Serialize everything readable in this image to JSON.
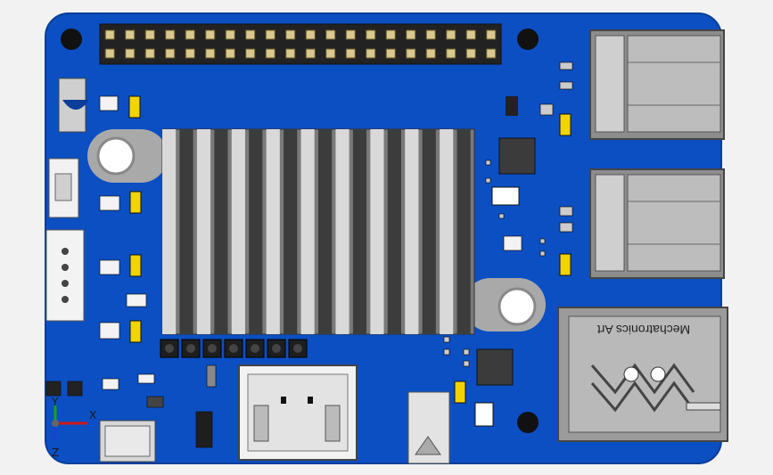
{
  "viewport": {
    "background": "#f2f2f2",
    "description_free": true
  },
  "board": {
    "pcb_color": "#0b4fc2",
    "pcb_edge_color": "#0a3e98",
    "silk_label": "Mechatronics Art",
    "header_pin_count": 40,
    "button_count": 7
  },
  "axes_triad": {
    "x_label": "X",
    "y_label": "Y",
    "z_label": "Z",
    "x_color": "#d01818",
    "y_color": "#17a317",
    "z_color": "#1d3fd6"
  },
  "colors": {
    "heatsink_light": "#d9d9d9",
    "heatsink_dark": "#3c3c3c",
    "metal": "#cfcfcf",
    "smd_white": "#f3f3f3",
    "smd_yellow": "#f1d400",
    "chip_black": "#2d2d2d"
  }
}
